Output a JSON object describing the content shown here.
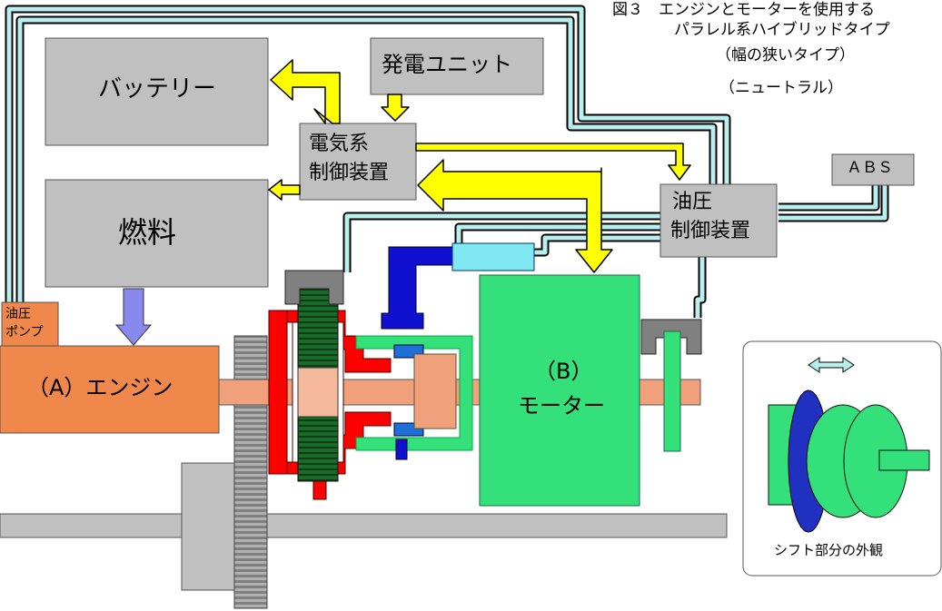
{
  "title": {
    "line1": "図３　エンジンとモーターを使用する",
    "line2": "パラレル系ハイブリッドタイプ",
    "line3": "（幅の狭いタイプ）",
    "line4": "（ニュートラル）"
  },
  "blocks": {
    "battery": "バッテリー",
    "generator": "発電ユニット",
    "electric_ctrl_line1": "電気系",
    "electric_ctrl_line2": "制御装置",
    "fuel": "燃料",
    "hydraulic_ctrl_line1": "油圧",
    "hydraulic_ctrl_line2": "制御装置",
    "abs": "ＡＢＳ",
    "pump_line1": "油圧",
    "pump_line2": "ポンプ",
    "engine": "（A）エンジン",
    "motor_line1": "（B）",
    "motor_line2": "モーター"
  },
  "inset": {
    "caption": "シフト部分の外観"
  },
  "colors": {
    "gray_block": "#c0c0c0",
    "yellow_arrow": "#ffff00",
    "engine_orange": "#f0884b",
    "motor_green": "#33e07a",
    "clutch_red": "#ff0000",
    "actuator_blue": "#1010d0",
    "pipe_cyan": "#b8f0f0",
    "fuel_arrow_purple": "#8888ee"
  }
}
